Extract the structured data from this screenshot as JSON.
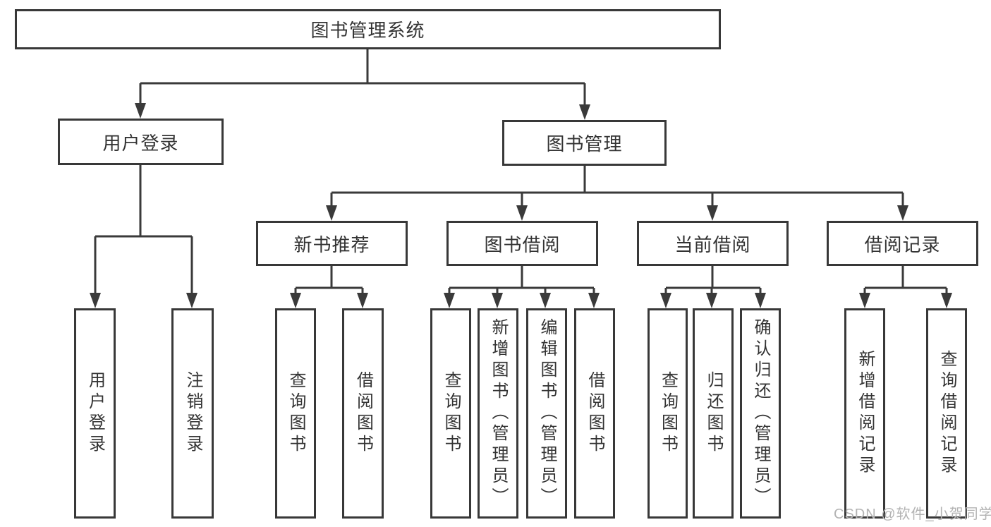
{
  "diagram": {
    "title": "图书管理系统",
    "root": "图书管理系统",
    "user_login": {
      "label": "用户登录",
      "children": [
        "用户登录",
        "注销登录"
      ]
    },
    "book_mgmt": {
      "label": "图书管理",
      "sections": [
        {
          "label": "新书推荐",
          "children": [
            "查询图书",
            "借阅图书"
          ]
        },
        {
          "label": "图书借阅",
          "children": [
            "查询图书",
            "新增图书（管理员）",
            "编辑图书（管理员）",
            "借阅图书"
          ]
        },
        {
          "label": "当前借阅",
          "children": [
            "查询图书",
            "归还图书",
            "确认归还（管理员）"
          ]
        },
        {
          "label": "借阅记录",
          "children": [
            "新增借阅记录",
            "查询借阅记录"
          ]
        }
      ]
    }
  },
  "colors": {
    "line": "#3a3a3a",
    "box_border": "#383838",
    "text": "#333333",
    "watermark": "#b3b3b3"
  },
  "watermark": "CSDN @软件_小贺同学"
}
